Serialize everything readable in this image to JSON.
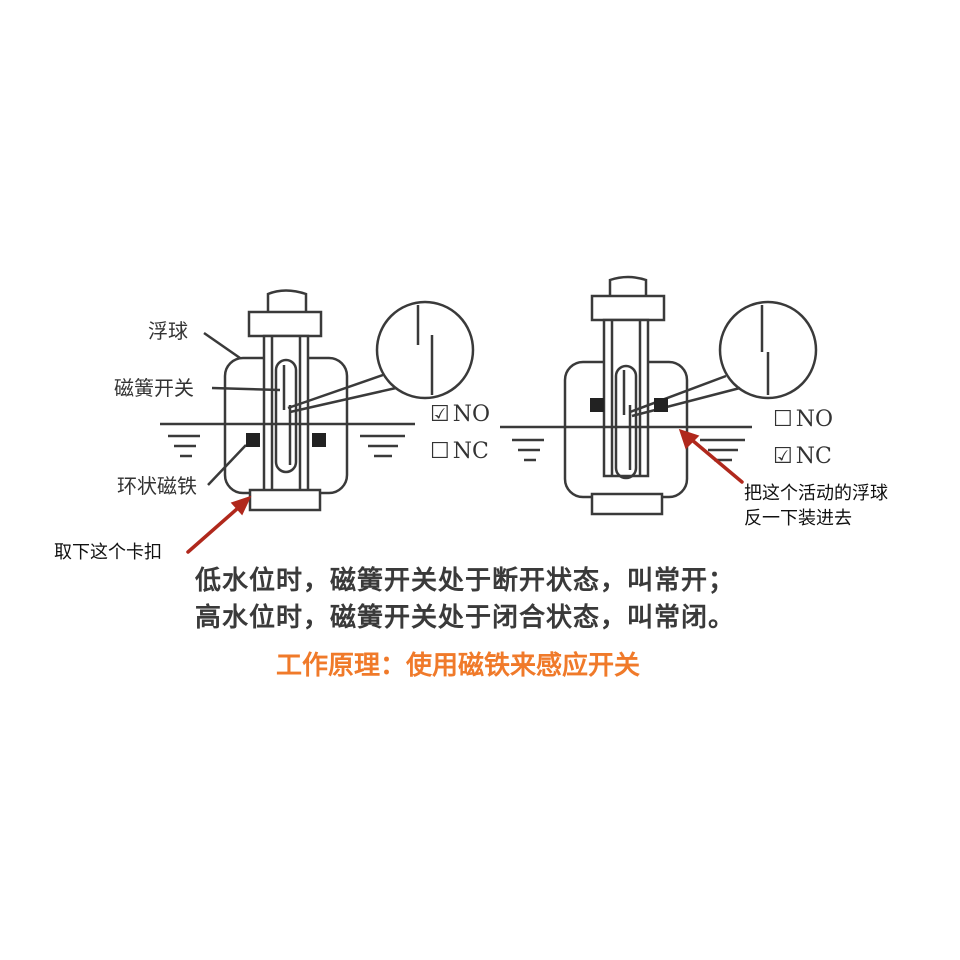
{
  "labels": {
    "float": "浮球",
    "reed_switch": "磁簧开关",
    "ring_magnet": "环状磁铁"
  },
  "annotations": {
    "remove_clip": "取下这个卡扣",
    "flip_float_line1": "把这个活动的浮球",
    "flip_float_line2": "反一下装进去"
  },
  "switch_states": {
    "left": {
      "no_box": "☑",
      "no_label": "NO",
      "nc_box": "☐",
      "nc_label": "NC"
    },
    "right": {
      "no_box": "☐",
      "no_label": "NO",
      "nc_box": "☑",
      "nc_label": "NC"
    }
  },
  "description": {
    "line1": "低水位时，磁簧开关处于断开状态，叫常开；",
    "line2": "高水位时，磁簧开关处于闭合状态，叫常闭。"
  },
  "principle": "工作原理：使用磁铁来感应开关",
  "colors": {
    "line": "#3a3a3a",
    "arrow": "#b0281c",
    "principle": "#f07a2a",
    "text": "#333333"
  }
}
